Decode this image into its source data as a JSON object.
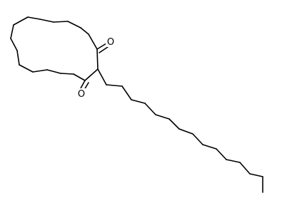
{
  "molecule": {
    "atoms": [
      {
        "id": "o1",
        "element": "O",
        "label": "O"
      },
      {
        "id": "o2",
        "element": "O",
        "label": "O"
      }
    ],
    "colors": {
      "bond": "#000000",
      "label": "#000000",
      "background": "#ffffff"
    }
  }
}
